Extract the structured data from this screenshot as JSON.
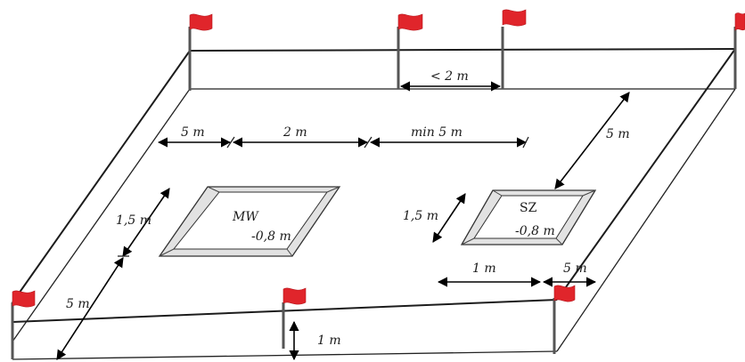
{
  "labels": {
    "dist_top": "< 2 m",
    "dim_5m_left": "5 m",
    "dim_2m": "2 m",
    "dim_min5m": "min 5 m",
    "dim_5m_right": "5 m",
    "dim_15m_left": "1,5 m",
    "dim_15m_right": "1,5 m",
    "pit_left_name": "MW",
    "pit_left_depth": "-0,8 m",
    "pit_right_name": "SZ",
    "pit_right_depth": "-0,8 m",
    "dim_1m_bottom": "1 m",
    "dim_5m_bottom": "5 m",
    "dim_5m_diag": "5 m",
    "dim_height": "1 m"
  },
  "colors": {
    "flag": "#e0252b",
    "edge": "#1c1c1c",
    "pit_frame": "#dcdcdc"
  },
  "icons": {
    "flag": "red-flag-icon"
  }
}
